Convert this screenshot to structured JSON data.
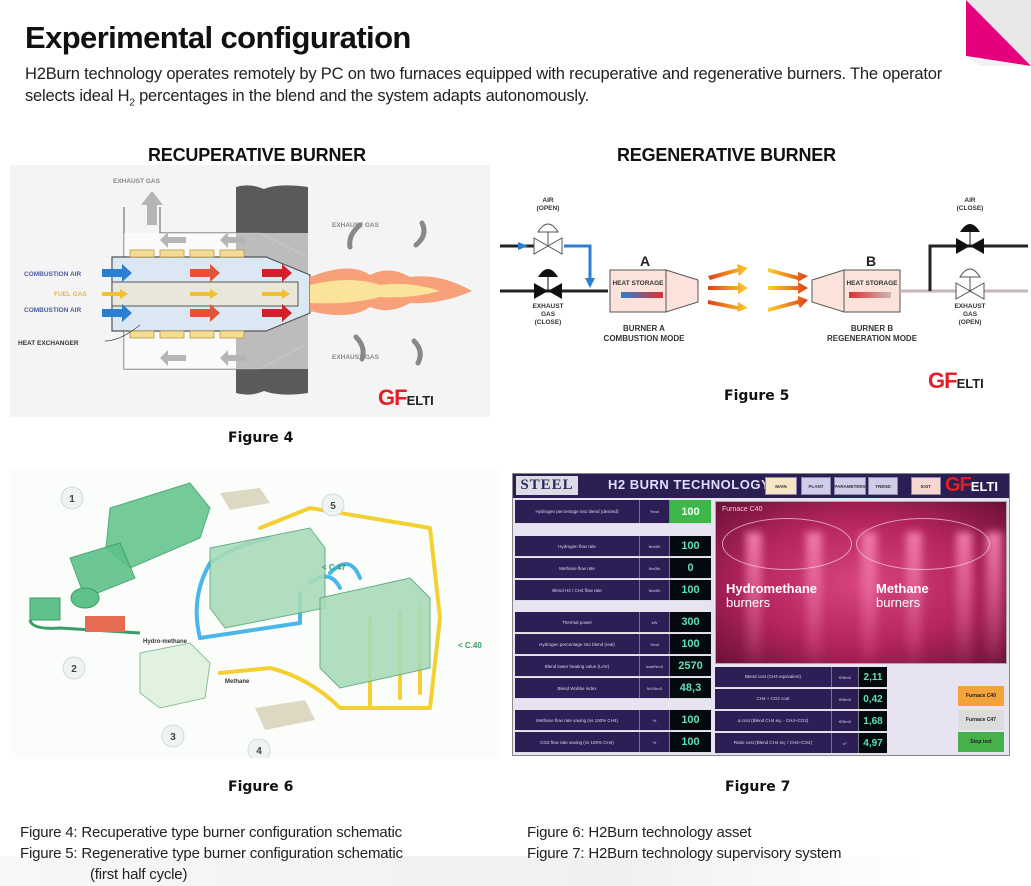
{
  "page": {
    "title": "Experimental configuration",
    "intro_part1": "H2Burn technology operates remotely by PC on two furnaces equipped with recuperative and regenerative burners. The operator selects ideal H",
    "intro_sub": "2",
    "intro_part2": " percentages in the blend and the system adapts autonomously."
  },
  "accent_color": "#e6007e",
  "logo": {
    "gf": "GF",
    "elti": "ELTI"
  },
  "figure4": {
    "heading": "RECUPERATIVE BURNER",
    "label": "Figure 4",
    "texts": {
      "exhaust_top": "EXHAUST GAS",
      "exhaust_right_top": "EXHAUST GAS",
      "exhaust_right_bottom": "EXHAUST GAS",
      "combustion_air_1": "COMBUSTION AIR",
      "fuel_gas": "FUEL GAS",
      "combustion_air_2": "COMBUSTION AIR",
      "heat_exchanger": "HEAT EXCHANGER"
    }
  },
  "figure5": {
    "heading": "REGENERATIVE BURNER",
    "label": "Figure 5",
    "texts": {
      "air_left": "AIR",
      "air_left_state": "(OPEN)",
      "exhaust_left": "EXHAUST",
      "exhaust_left_gas": "GAS",
      "exhaust_left_state": "(CLOSE)",
      "burner_a_letter": "A",
      "burner_b_letter": "B",
      "heat_storage_a": "HEAT STORAGE",
      "heat_storage_b": "HEAT STORAGE",
      "burner_a_line1": "BURNER A",
      "burner_a_line2": "COMBUSTION MODE",
      "burner_b_line1": "BURNER B",
      "burner_b_line2": "REGENERATION MODE",
      "air_right": "AIR",
      "air_right_state": "(CLOSE)",
      "exhaust_right": "EXHAUST",
      "exhaust_right_gas": "GAS",
      "exhaust_right_state": "(OPEN)"
    }
  },
  "figure6": {
    "label": "Figure 6",
    "markers": [
      "1",
      "2",
      "3",
      "4",
      "5"
    ],
    "texts": {
      "hydro_methane": "Hydro-methane",
      "methane": "Methane",
      "furnace_c47": "< C.47",
      "furnace_c40": "< C.40"
    }
  },
  "figure7": {
    "label": "Figure 7",
    "brand": "STEEL",
    "title": "H2 BURN TECHNOLOGY",
    "nav_buttons": [
      "MAIN",
      "PLANT",
      "PARAMETERS",
      "TREND",
      "EXIT"
    ],
    "furnace_caption": "Furnace C40",
    "overlay_left_bold": "Hydromethane",
    "overlay_left": "burners",
    "overlay_right_bold": "Methane",
    "overlay_right": "burners",
    "left_rows": [
      {
        "label": "Hydrogen percentage into blend (desired)",
        "unit": "%vol",
        "value": "100",
        "highlight": true
      },
      {
        "label": "Hydrogen flow rate",
        "unit": "Nm3/h",
        "value": "100"
      },
      {
        "label": "Methane flow rate",
        "unit": "Nm3/h",
        "value": "0"
      },
      {
        "label": "Blend H2 / CH4 flow rate",
        "unit": "Nm3/h",
        "value": "100"
      },
      {
        "label": "Thermal power",
        "unit": "kW",
        "value": "300"
      },
      {
        "label": "Hydrogen percentage into blend (real)",
        "unit": "%vol",
        "value": "100"
      },
      {
        "label": "Blend lower heating value (LHV)",
        "unit": "kcal/Nm3",
        "value": "2570"
      },
      {
        "label": "Blend Wobbe index",
        "unit": "MJ/Nm3",
        "value": "48,3"
      },
      {
        "label": "Methane flow rate saving (vs 100% CH4)",
        "unit": "%",
        "value": "100"
      },
      {
        "label": "CO2 flow rate saving (vs 100% CH4)",
        "unit": "%",
        "value": "100"
      }
    ],
    "cost_rows": [
      {
        "label": "Blend cost (CH4 equivalent)",
        "unit": "€/Nm3",
        "value": "2,11"
      },
      {
        "label": "CH4 + CO2 cost",
        "unit": "€/Nm3",
        "value": "0,42"
      },
      {
        "label": "Δ cost (Blend CH4 eq. - CH4+CO2)",
        "unit": "€/Nm3",
        "value": "1,68"
      },
      {
        "label": "Ratio cost (Blend CH4 eq. / CH4+CO2)",
        "unit": "n°",
        "value": "4,97"
      }
    ],
    "furnace_buttons": [
      {
        "label": "Furnace C40",
        "color": "#f3a33c"
      },
      {
        "label": "Furnace C47",
        "color": "#dcdcdc"
      },
      {
        "label": "Stop test",
        "color": "#46b04a"
      }
    ]
  },
  "captions": {
    "left": [
      "Figure 4: Recuperative type burner configuration schematic",
      "Figure 5: Regenerative type burner configuration schematic",
      "(first half cycle)"
    ],
    "right": [
      "Figure 6: H2Burn technology asset",
      "Figure 7: H2Burn technology supervisory system"
    ]
  }
}
